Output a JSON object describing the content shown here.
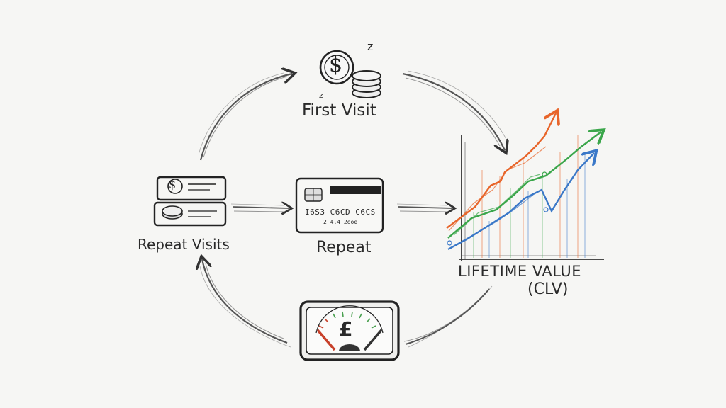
{
  "diagram": {
    "nodes": {
      "first_visit": {
        "label": "First Visit",
        "icon": "dollar-coins-icon",
        "symbol": "$"
      },
      "repeat_visits": {
        "label": "Repeat Visits",
        "icon": "wallet-cards-icon",
        "symbol": "$"
      },
      "repeat": {
        "label": "Repeat",
        "icon": "credit-card-icon",
        "card_number": "I6S3 C6CD C6CS",
        "card_subtext": "2_4.4 2ooe"
      },
      "lifetime_value": {
        "label": "LIFETIME VALUE",
        "sublabel": "(CLV)",
        "icon": "growth-chart-icon"
      },
      "gauge": {
        "icon": "pound-gauge-icon",
        "symbol": "£"
      }
    },
    "decorations": {
      "z_mark_1": "z",
      "z_mark_2": "z"
    },
    "colors": {
      "ink": "#2a2a2a",
      "chart_orange": "#e8652a",
      "chart_green": "#3aa64a",
      "chart_blue": "#3a78c8",
      "gauge_red": "#c8402a",
      "gauge_green": "#4aa050"
    }
  }
}
